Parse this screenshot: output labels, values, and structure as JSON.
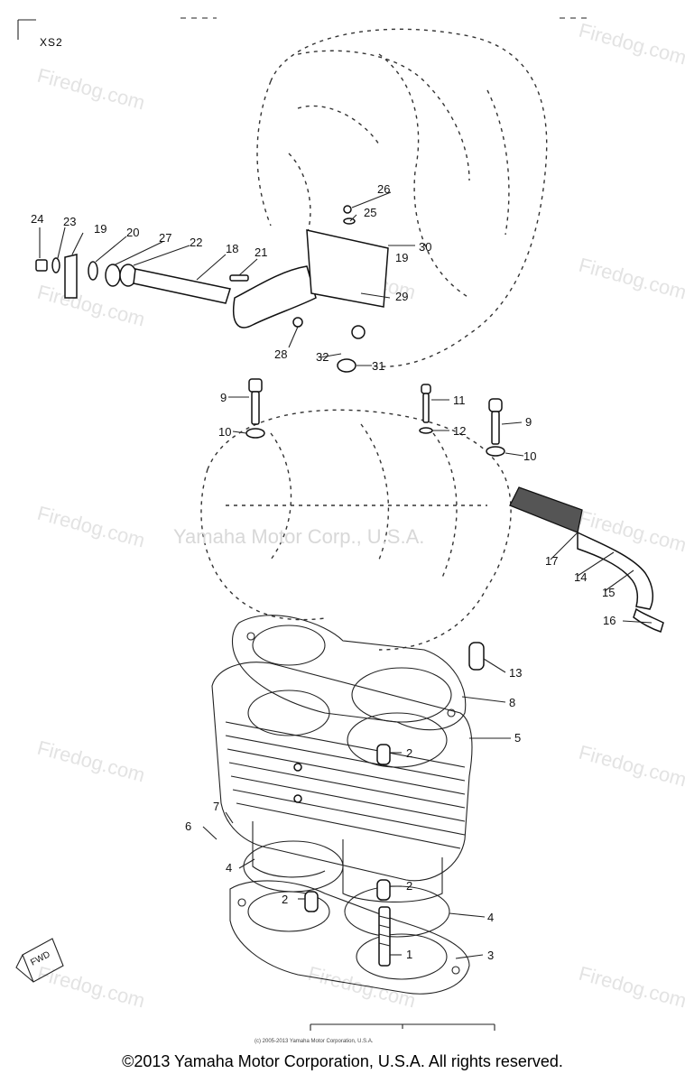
{
  "model_code": "XS2",
  "center_watermark": "Yamaha Motor Corp., U.S.A.",
  "watermark_text": "Firedog.com",
  "tiny_credit": "(c) 2005-2013 Yamaha Motor Corporation, U.S.A.",
  "copyright": "©2013 Yamaha Motor Corporation, U.S.A. All rights reserved.",
  "fwd_label": "FWD",
  "callouts": {
    "c1": "1",
    "c2a": "2",
    "c2b": "2",
    "c2c": "2",
    "c3": "3",
    "c4a": "4",
    "c4b": "4",
    "c5": "5",
    "c6": "6",
    "c7": "7",
    "c8": "8",
    "c9a": "9",
    "c9b": "9",
    "c10a": "10",
    "c10b": "10",
    "c11": "11",
    "c12": "12",
    "c13": "13",
    "c14": "14",
    "c15": "15",
    "c16": "16",
    "c17": "17",
    "c18": "18",
    "c19a": "19",
    "c19b": "19",
    "c20": "20",
    "c21": "21",
    "c22": "22",
    "c23": "23",
    "c24": "24",
    "c25": "25",
    "c26": "26",
    "c27": "27",
    "c28": "28",
    "c29": "29",
    "c30": "30",
    "c31": "31",
    "c32": "32"
  }
}
